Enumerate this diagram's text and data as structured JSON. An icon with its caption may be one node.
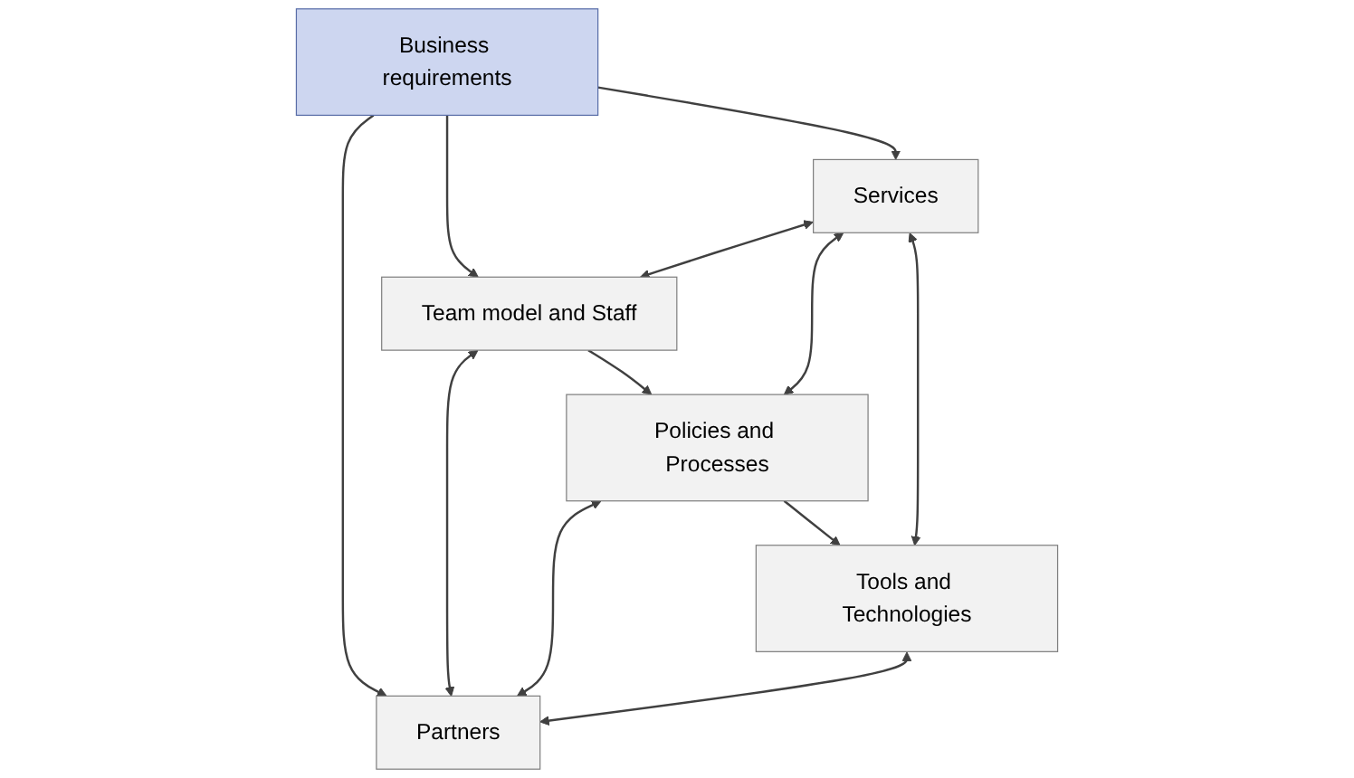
{
  "diagram": {
    "nodes": [
      {
        "text": [
          "Business requirements"
        ]
      },
      {
        "text": [
          "Services"
        ]
      },
      {
        "text": [
          "Team model and Staff"
        ]
      },
      {
        "text": [
          "Policies and Processes"
        ]
      },
      {
        "text": [
          "Tools and Technologies"
        ]
      },
      {
        "text": [
          "Partners"
        ]
      }
    ],
    "edges": [
      {
        "from": 0,
        "to": 1,
        "arrow": "to"
      },
      {
        "from": 0,
        "to": 2,
        "arrow": "to"
      },
      {
        "from": 0,
        "to": 5,
        "arrow": "to"
      },
      {
        "from": 1,
        "to": 2,
        "arrow": "both"
      },
      {
        "from": 2,
        "to": 5,
        "arrow": "both"
      },
      {
        "from": 2,
        "to": 3,
        "arrow": "to"
      },
      {
        "from": 1,
        "to": 3,
        "arrow": "both"
      },
      {
        "from": 3,
        "to": 5,
        "arrow": "both"
      },
      {
        "from": 3,
        "to": 4,
        "arrow": "to"
      },
      {
        "from": 1,
        "to": 4,
        "arrow": "both"
      },
      {
        "from": 4,
        "to": 5,
        "arrow": "both"
      }
    ]
  }
}
